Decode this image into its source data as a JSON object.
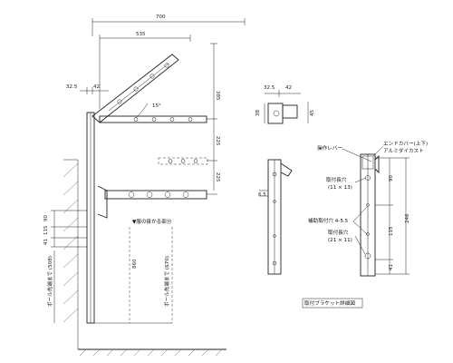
{
  "dimensions": {
    "overall_width": "700",
    "arm_reach": "535",
    "pole_offset_left": "32.5",
    "pole_offset_right": "42",
    "angle_gap": "385",
    "rack_gap_1": "225",
    "rack_gap_2": "225",
    "angle_mark": "15°",
    "bracket_offset": "6.5",
    "pole_90": "90",
    "pole_115": "115",
    "pole_41": "41",
    "pole_860": "860",
    "bracket_top_left": "32.5",
    "bracket_top_right": "42",
    "bracket_height_left": "38",
    "bracket_height_right": "45",
    "detail_90": "90",
    "detail_115": "115",
    "detail_41": "41",
    "detail_246": "246"
  },
  "labels": {
    "clothes_area": "▼服の掛かる部分",
    "pole_to_ground": "ポール先端まで (508)",
    "pole_hang_point": "ポール先端まで (670)",
    "operation_lever": "操作レバー",
    "end_cap": "エンドカバー(上下)",
    "aluminum_die_cast": "アルミダイカスト",
    "mount_hole": "取付長穴",
    "mount_hole_size": "(11 × 13)",
    "aux_hole": "補助取付穴 4-5.5",
    "mount_hole_2": "取付長穴",
    "mount_hole_2_size": "(21 × 11)",
    "detail_title": "取付ブラケット詳細図"
  }
}
